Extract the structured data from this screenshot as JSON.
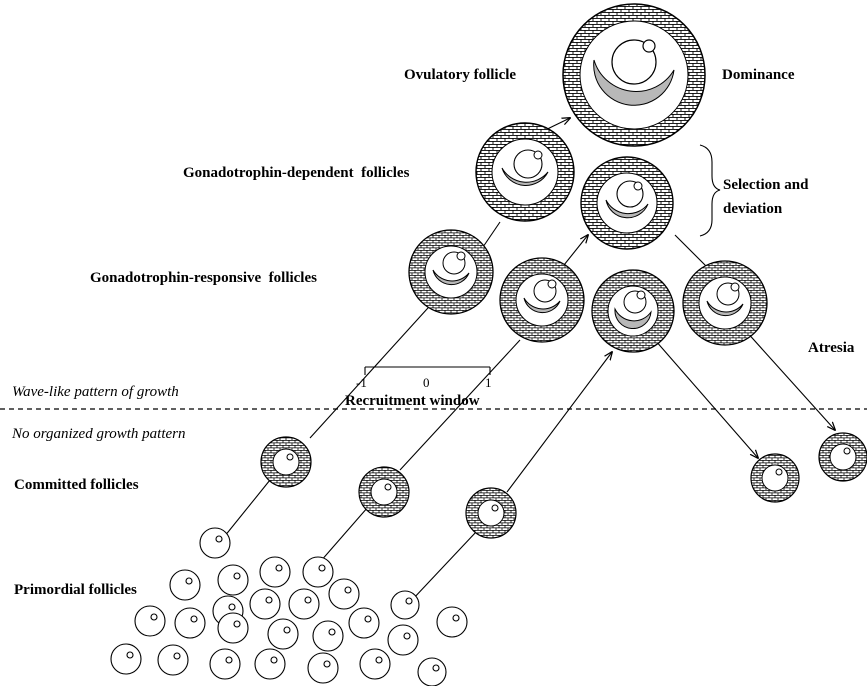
{
  "labels": {
    "ovulatory": "Ovulatory follicle",
    "dominance": "Dominance",
    "gonadotrophin_dependent": "Gonadotrophin-dependent  follicles",
    "selection_line1": "Selection and",
    "selection_line2": "deviation",
    "gonadotrophin_responsive": "Gonadotrophin-responsive  follicles",
    "atresia": "Atresia",
    "wave_like": "Wave-like pattern of growth",
    "no_organized": "No organized growth pattern",
    "committed": "Committed follicles",
    "primordial": "Primordial follicles"
  },
  "recruitment_window": {
    "title": "Recruitment window",
    "ticks": [
      "-1",
      "0",
      "1"
    ]
  }
}
